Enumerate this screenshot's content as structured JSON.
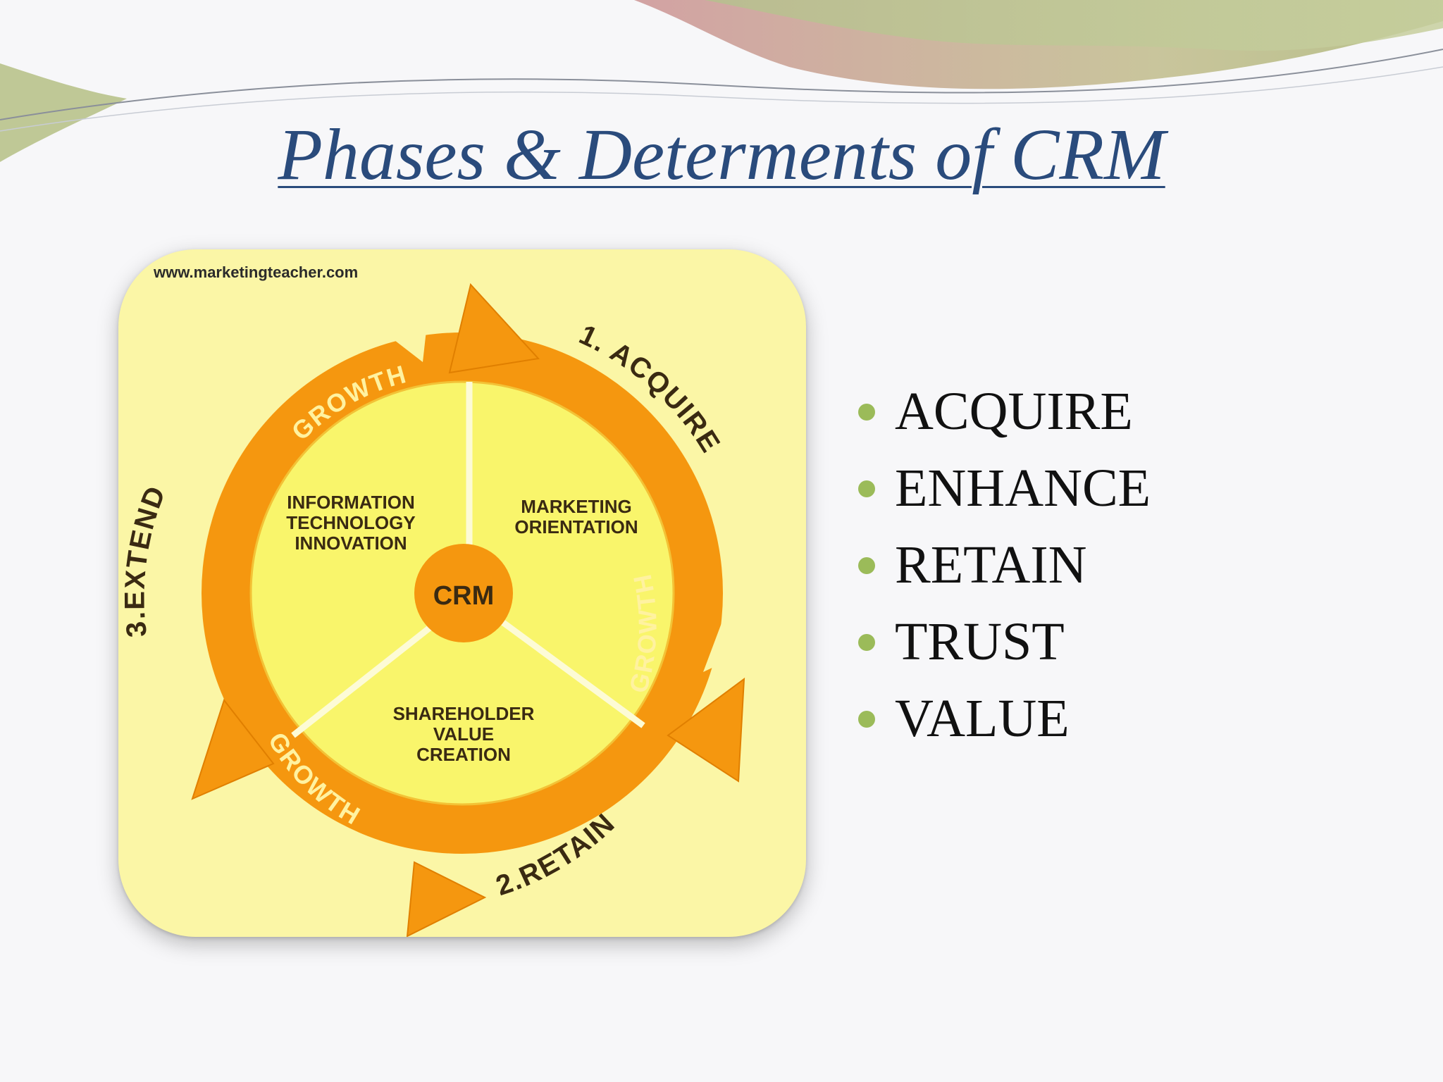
{
  "slide": {
    "title": "Phases & Determents of CRM"
  },
  "diagram": {
    "watermark": "www.marketingteacher.com",
    "center": "CRM",
    "segments": [
      {
        "id": "it",
        "lines": [
          "INFORMATION",
          "TECHNOLOGY",
          "INNOVATION"
        ]
      },
      {
        "id": "marketing",
        "lines": [
          "MARKETING",
          "ORIENTATION"
        ]
      },
      {
        "id": "shareholder",
        "lines": [
          "SHAREHOLDER",
          "VALUE",
          "CREATION"
        ]
      }
    ],
    "phases": {
      "acquire": "1. ACQUIRE",
      "retain": "2.RETAIN",
      "extend": "3.EXTEND"
    },
    "growth_label": "GROWTH",
    "colors": {
      "frame": "#fbf6a6",
      "inner": "#f9f56b",
      "ring": "#f5970f",
      "phase_text": "#3a2a12",
      "growth_text": "#fff2a0"
    }
  },
  "bullets": {
    "items": [
      "ACQUIRE",
      "ENHANCE",
      "RETAIN",
      "TRUST",
      "VALUE"
    ],
    "bullet_color": "#9bbb59"
  }
}
